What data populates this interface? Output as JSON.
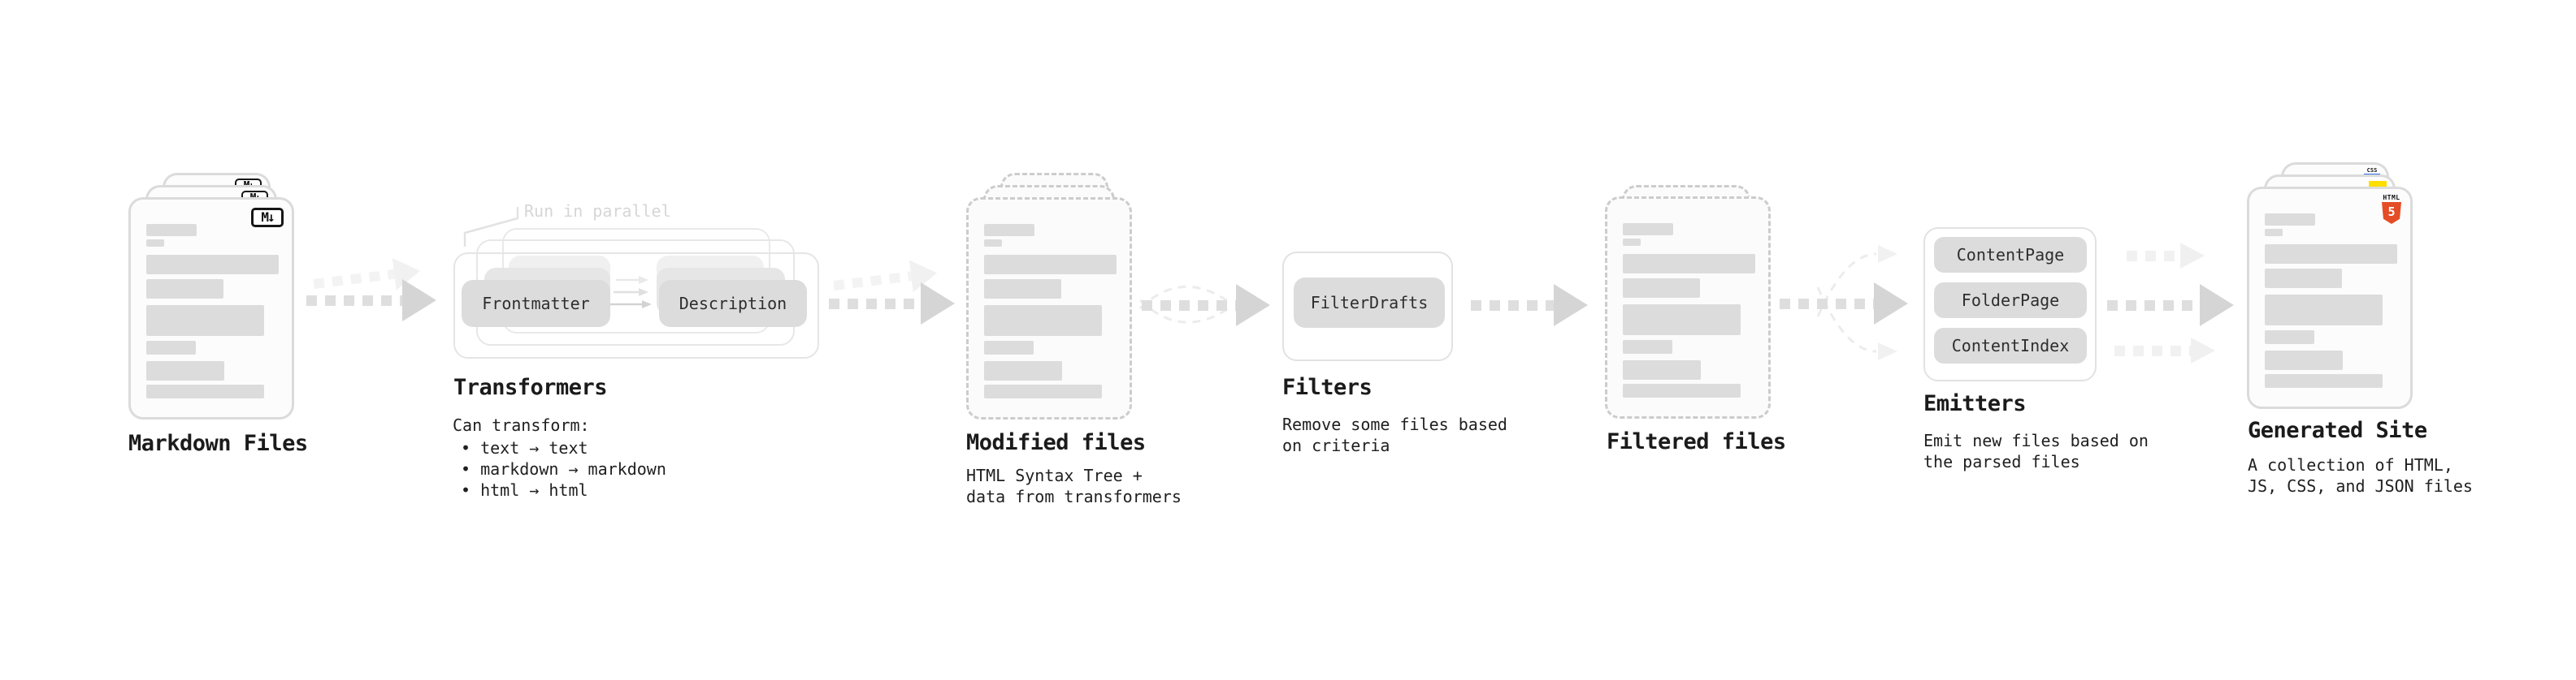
{
  "colors": {
    "html5_orange": "#e44d26",
    "js_yellow": "#ffdf00",
    "css_blue": "#2e6be6"
  },
  "stages": {
    "markdown_files": {
      "label": "Markdown Files",
      "file_badge": "M↓"
    },
    "transformers": {
      "label": "Transformers",
      "note": "Run in parallel",
      "pill_left": "Frontmatter",
      "pill_right": "Description",
      "desc_heading": "Can transform:",
      "bullets": [
        "• text → text",
        "• markdown → markdown",
        "• html → html"
      ]
    },
    "modified_files": {
      "label": "Modified files",
      "desc_line1": "HTML Syntax Tree +",
      "desc_line2": "data from transformers"
    },
    "filters": {
      "label": "Filters",
      "pill": "FilterDrafts",
      "desc_line1": "Remove some files based",
      "desc_line2": "on criteria"
    },
    "filtered_files": {
      "label": "Filtered files"
    },
    "emitters": {
      "label": "Emitters",
      "pills": [
        "ContentPage",
        "FolderPage",
        "ContentIndex"
      ],
      "desc_line1": "Emit new files based on",
      "desc_line2": "the parsed files"
    },
    "generated_site": {
      "label": "Generated Site",
      "desc_line1": "A collection of HTML,",
      "desc_line2": "JS, CSS, and JSON files",
      "html_badge_text": "HTML",
      "html_badge_number": "5",
      "css_badge": "CSS"
    }
  }
}
